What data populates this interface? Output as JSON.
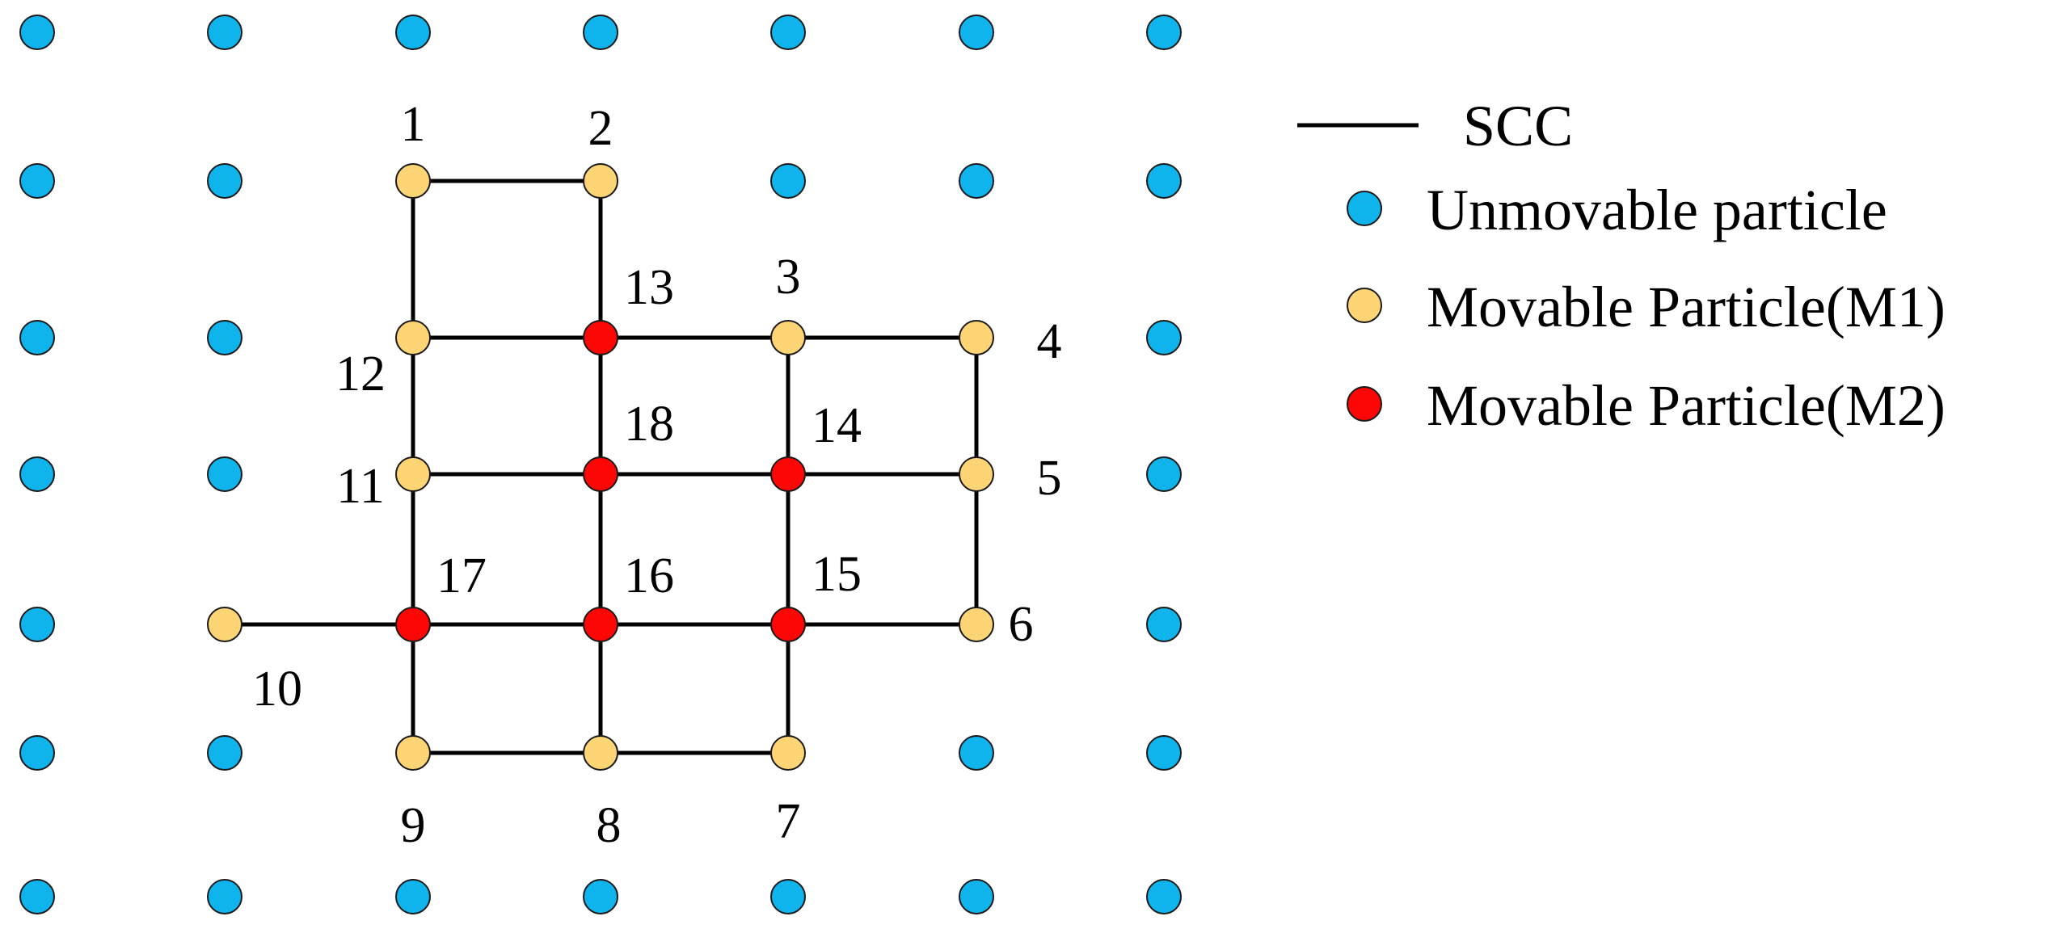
{
  "colors": {
    "unmovable": "#10b4ec",
    "movable_m1": "#fdd575",
    "movable_m2": "#fc0606",
    "edge": "#000000",
    "outline": "#1a1a1a"
  },
  "legend": {
    "scc": "SCC",
    "unmovable": "Unmovable particle",
    "movable_m1": "Movable Particle(M1)",
    "movable_m2": "Movable Particle(M2)"
  },
  "nodes": [
    {
      "id": "1",
      "label": "1",
      "type": "m1"
    },
    {
      "id": "2",
      "label": "2",
      "type": "m1"
    },
    {
      "id": "3",
      "label": "3",
      "type": "m1"
    },
    {
      "id": "4",
      "label": "4",
      "type": "m1"
    },
    {
      "id": "5",
      "label": "5",
      "type": "m1"
    },
    {
      "id": "6",
      "label": "6",
      "type": "m1"
    },
    {
      "id": "7",
      "label": "7",
      "type": "m1"
    },
    {
      "id": "8",
      "label": "8",
      "type": "m1"
    },
    {
      "id": "9",
      "label": "9",
      "type": "m1"
    },
    {
      "id": "10",
      "label": "10",
      "type": "m1"
    },
    {
      "id": "11",
      "label": "11",
      "type": "m1"
    },
    {
      "id": "12",
      "label": "12",
      "type": "m1"
    },
    {
      "id": "13",
      "label": "13",
      "type": "m2"
    },
    {
      "id": "14",
      "label": "14",
      "type": "m2"
    },
    {
      "id": "15",
      "label": "15",
      "type": "m2"
    },
    {
      "id": "16",
      "label": "16",
      "type": "m2"
    },
    {
      "id": "17",
      "label": "17",
      "type": "m2"
    },
    {
      "id": "18",
      "label": "18",
      "type": "m2"
    }
  ],
  "edges": [
    [
      "1",
      "2"
    ],
    [
      "1",
      "12"
    ],
    [
      "2",
      "13"
    ],
    [
      "12",
      "13"
    ],
    [
      "13",
      "3"
    ],
    [
      "3",
      "4"
    ],
    [
      "12",
      "11"
    ],
    [
      "13",
      "18"
    ],
    [
      "3",
      "14"
    ],
    [
      "4",
      "5"
    ],
    [
      "11",
      "18"
    ],
    [
      "18",
      "14"
    ],
    [
      "14",
      "5"
    ],
    [
      "11",
      "17"
    ],
    [
      "18",
      "16"
    ],
    [
      "14",
      "15"
    ],
    [
      "5",
      "6"
    ],
    [
      "10",
      "17"
    ],
    [
      "17",
      "16"
    ],
    [
      "16",
      "15"
    ],
    [
      "15",
      "6"
    ],
    [
      "17",
      "9"
    ],
    [
      "16",
      "8"
    ],
    [
      "15",
      "7"
    ],
    [
      "9",
      "8"
    ],
    [
      "8",
      "7"
    ]
  ]
}
